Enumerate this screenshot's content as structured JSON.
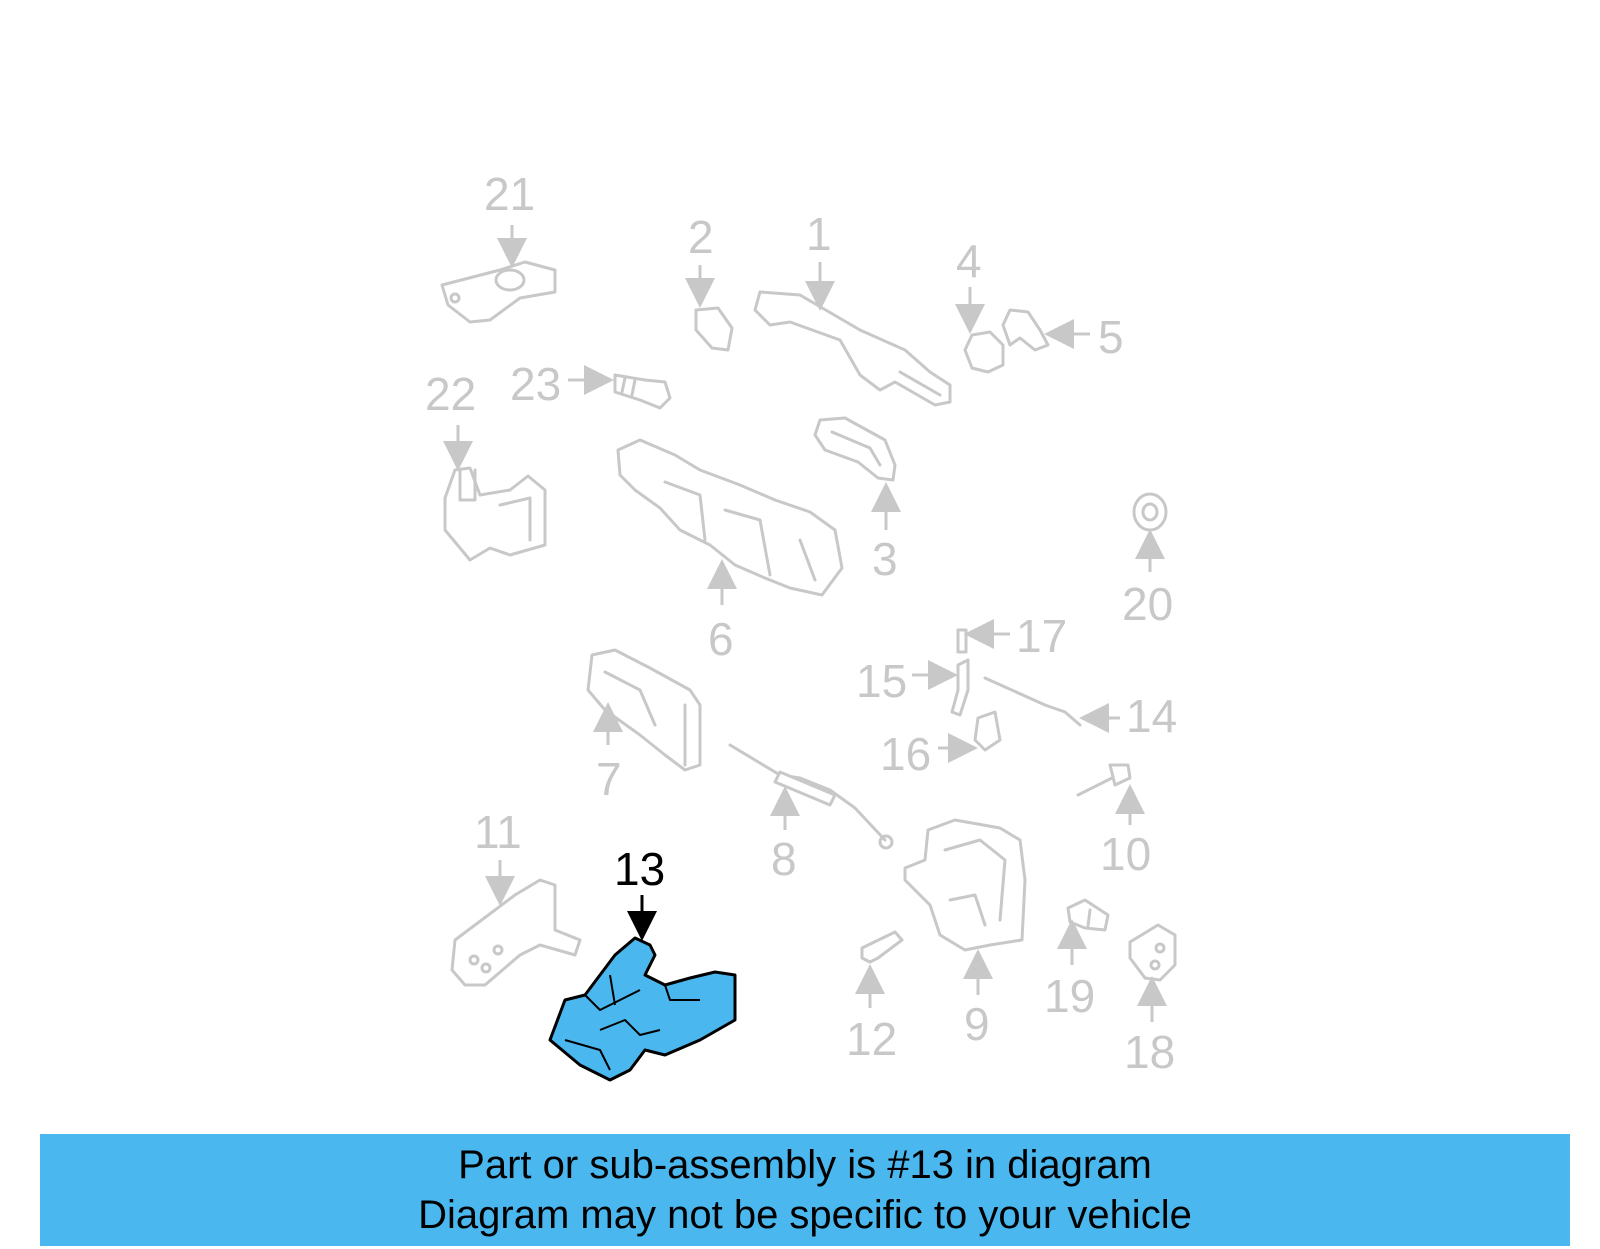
{
  "diagram": {
    "highlighted_part": "13",
    "labels": {
      "p1": "1",
      "p2": "2",
      "p3": "3",
      "p4": "4",
      "p5": "5",
      "p6": "6",
      "p7": "7",
      "p8": "8",
      "p9": "9",
      "p10": "10",
      "p11": "11",
      "p12": "12",
      "p13": "13",
      "p14": "14",
      "p15": "15",
      "p16": "16",
      "p17": "17",
      "p18": "18",
      "p19": "19",
      "p20": "20",
      "p21": "21",
      "p22": "22",
      "p23": "23"
    },
    "colors": {
      "highlight_fill": "#4ab7ef",
      "ghost_stroke": "#c8c8c8",
      "banner_bg": "#4ab7ef"
    }
  },
  "banner": {
    "line1": "Part or sub-assembly is #13 in diagram",
    "line2": "Diagram may not be specific to your vehicle"
  }
}
